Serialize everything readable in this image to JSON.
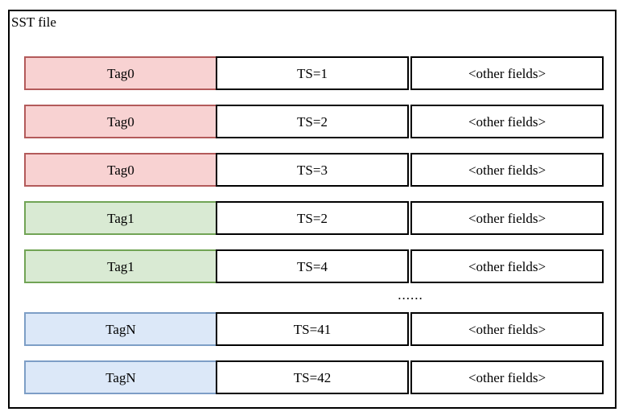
{
  "diagram": {
    "title": "SST file",
    "columns": [
      "tag",
      "timestamp",
      "other"
    ],
    "colors": {
      "tag0_fill": "#f8d2d2",
      "tag0_border": "#b35a5a",
      "tag1_fill": "#d9ead3",
      "tag1_border": "#71a455",
      "tagN_fill": "#dce8f8",
      "tagN_border": "#7d9ec6",
      "cell_border": "#000000",
      "outer_border": "#000000",
      "background": "#ffffff",
      "text": "#000000"
    },
    "ellipsis": "......",
    "rows": [
      {
        "tag": "Tag0",
        "ts": "TS=1",
        "other": "<other fields>",
        "color": "pink"
      },
      {
        "tag": "Tag0",
        "ts": "TS=2",
        "other": "<other fields>",
        "color": "pink"
      },
      {
        "tag": "Tag0",
        "ts": "TS=3",
        "other": "<other fields>",
        "color": "pink"
      },
      {
        "tag": "Tag1",
        "ts": "TS=2",
        "other": "<other fields>",
        "color": "green"
      },
      {
        "tag": "Tag1",
        "ts": "TS=4",
        "other": "<other fields>",
        "color": "green"
      },
      {
        "tag": "TagN",
        "ts": "TS=41",
        "other": "<other fields>",
        "color": "blue"
      },
      {
        "tag": "TagN",
        "ts": "TS=42",
        "other": "<other fields>",
        "color": "blue"
      }
    ]
  }
}
